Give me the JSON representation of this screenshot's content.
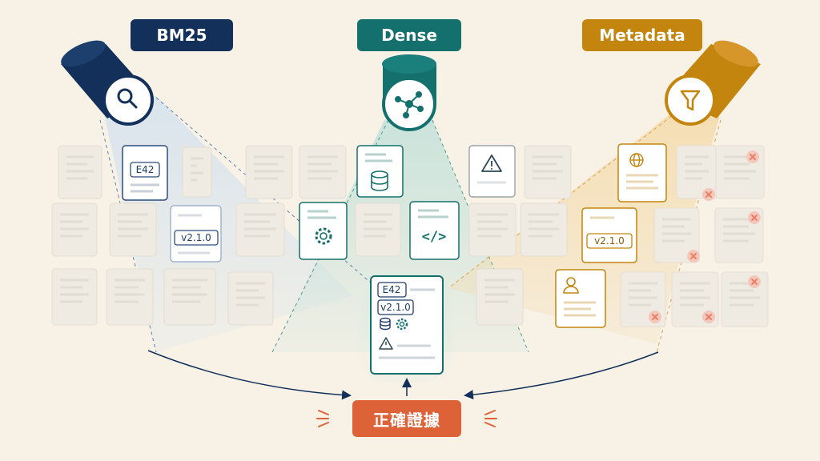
{
  "retrievers": {
    "bm25": {
      "label": "BM25",
      "color": "#13305a",
      "icon": "magnifier-icon"
    },
    "dense": {
      "label": "Dense",
      "color": "#14706d",
      "icon": "network-icon"
    },
    "metadata": {
      "label": "Metadata",
      "color": "#c4850f",
      "icon": "funnel-icon"
    }
  },
  "tags": {
    "e42": "E42",
    "version": "v2.1.0",
    "code": "</>"
  },
  "result": {
    "label": "正確證據"
  },
  "colors": {
    "background": "#f7f1e6",
    "answer": "#dd6238",
    "reject": "#e8806a",
    "faded_card": "#efebe3"
  }
}
